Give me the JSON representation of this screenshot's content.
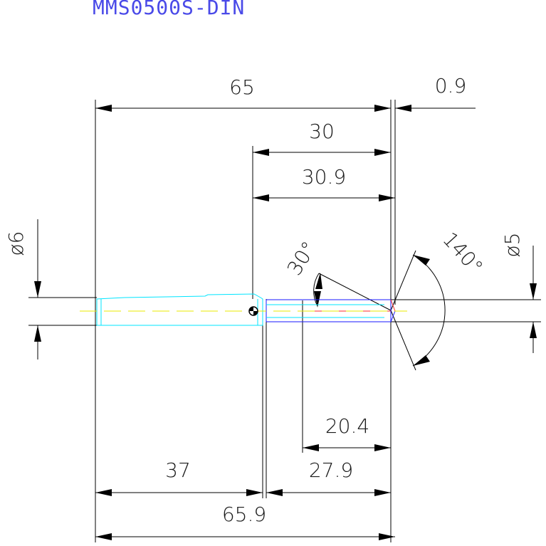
{
  "title": "MMS0500S-DIN",
  "dimensions": {
    "overall_length": "65",
    "tip_offset": "0.9",
    "flute_length": "30",
    "flute_length_total": "30.9",
    "shank_diameter": "ø6",
    "tip_diameter": "ø5",
    "helix_angle": "30°",
    "point_angle": "140°",
    "depth_a": "20.4",
    "depth_b": "27.9",
    "shank_length": "37",
    "total_length": "65.9"
  },
  "colors": {
    "title": "#4a4ae8",
    "dimension_lines": "#000000",
    "shank_outline": "#00e5ff",
    "centerline": "#e8e800",
    "body_outline": "#1a1aff",
    "inner_line": "#ff2a2a"
  }
}
